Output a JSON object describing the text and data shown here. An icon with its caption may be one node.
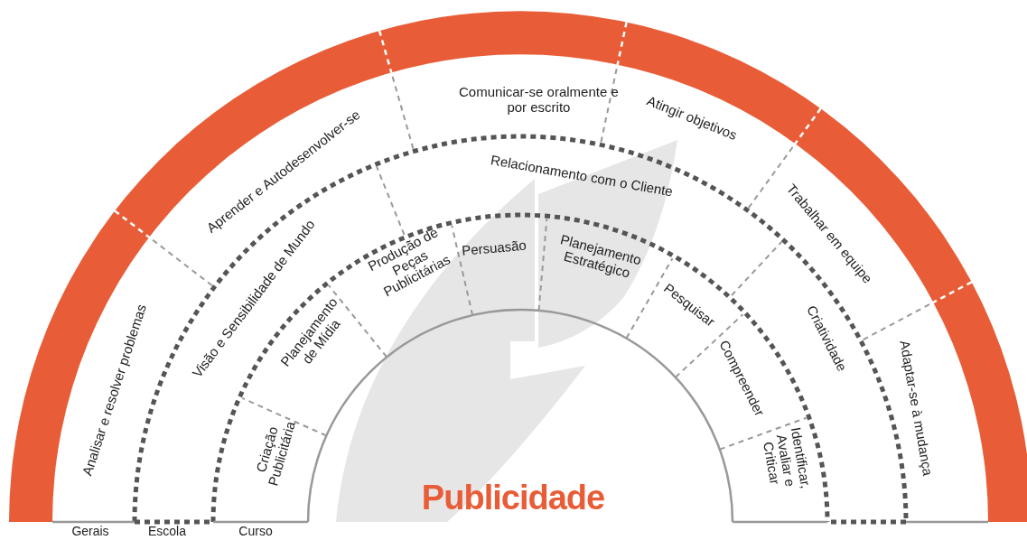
{
  "diagram": {
    "labels": [
      "Analisar e resolver problemas",
      "Aprender e Autodesenvolver-se",
      "Comunicar-se oralmente e por escrito",
      "Atingir objetivos",
      "Trabalhar em equipe",
      "Adaptar-se à mudança",
      "Visão e Sensibilidade de Mundo",
      "Relacionamento com o Cliente",
      "Criatividade",
      "Criação Publicitária",
      "Planejamento de Mídia",
      "Produção de Peças Publicitárias",
      "Persuasão",
      "Planejamento Estratégico",
      "Pesquisar",
      "Compreender",
      "Identificar, Avaliar e Criticar",
      "Publicidade",
      "Gerais",
      "Escola",
      "Curso"
    ]
  }
}
